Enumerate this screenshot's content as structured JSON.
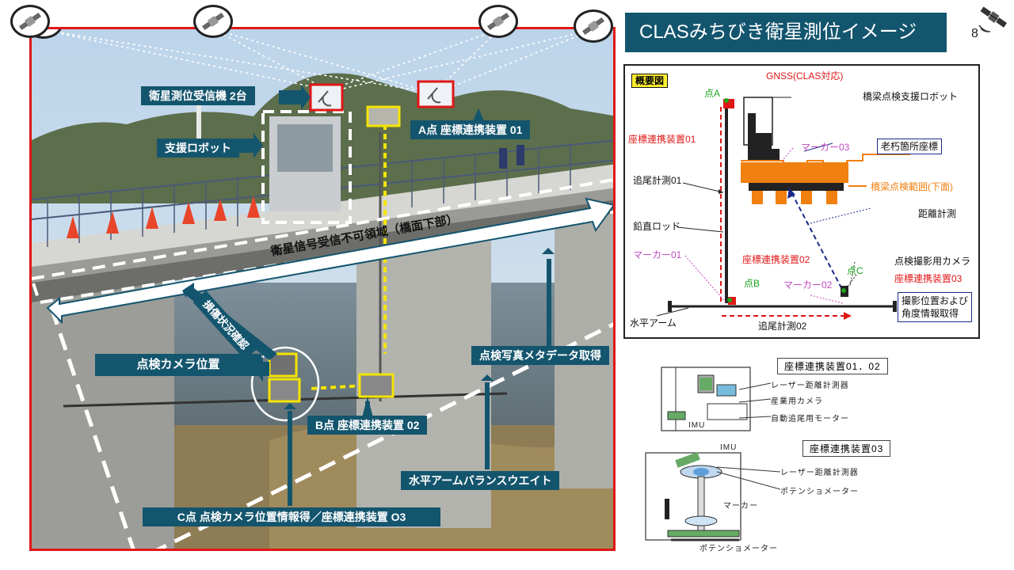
{
  "header": {
    "title": "CLASみちびき衛星測位イメージ",
    "page_number": "8"
  },
  "photo": {
    "callouts": {
      "receiver": "衛星測位受信機 2台",
      "robot": "支援ロボット",
      "point_a": "A点 座標連携装置 01",
      "camera_pos": "点検カメラ位置",
      "point_b": "B点 座標連携装置 02",
      "point_c": "C点 点検カメラ位置情報得／座標連携装置 O3",
      "metadata": "点検写真メタデータ取得",
      "balance": "水平アームバランスウエイト",
      "damage": "損傷状況確認"
    },
    "no_signal_zone": "衛星信号受信不可領域（橋面下部）"
  },
  "diagram": {
    "tag": "概要図",
    "gnss": "GNSS(CLAS対応)",
    "robot": "橋梁点検支援ロボット",
    "point_a": "点A",
    "point_b": "点B",
    "point_c": "点C",
    "device01": "座標連携装置01",
    "device02": "座標連携装置02",
    "device03": "座標連携装置03",
    "marker01": "マーカー01",
    "marker02": "マーカー02",
    "marker03": "マーカー03",
    "aging": "老朽箇所座標",
    "range": "橋梁点検範囲(下面)",
    "tracking01": "追尾計測01",
    "tracking02": "追尾計測02",
    "rod": "鉛直ロッド",
    "distance": "距離計測",
    "cam": "点検撮影用カメラ",
    "pose": "撮影位置および\n角度情報取得",
    "arm": "水平アーム"
  },
  "device_sketch_1": {
    "title": "座標連携装置01．02",
    "labels": [
      "レーザー距離計測器",
      "産業用カメラ",
      "自動追尾用モーター"
    ],
    "imu": "IMU"
  },
  "device_sketch_2": {
    "title": "座標連携装置03",
    "imu": "IMU",
    "labels": [
      "レーザー距離計測器",
      "ポテンショメーター",
      "マーカー",
      "ポテンショメーター"
    ]
  },
  "colors": {
    "callout_bg": "#14556e",
    "photo_border": "#e01717",
    "highlight": "#f5e400"
  }
}
